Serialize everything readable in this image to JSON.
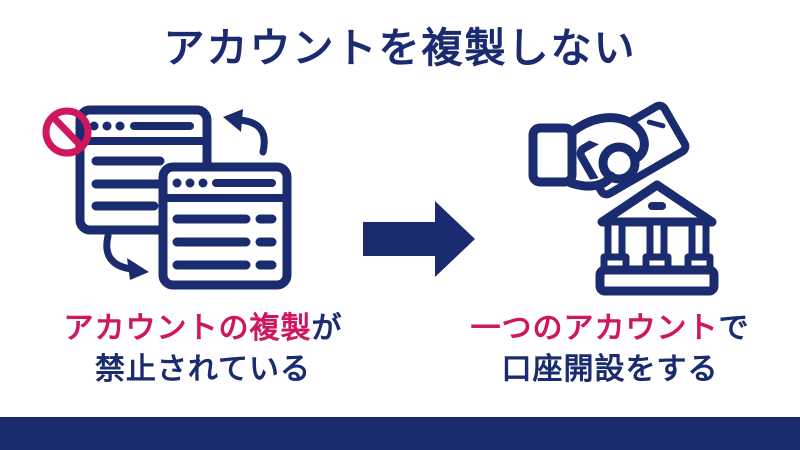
{
  "colors": {
    "navy": "#1a2c6f",
    "pink": "#ce175f",
    "background": "#ffffff",
    "bottom_bar": "#1a2c6f"
  },
  "title": "アカウントを複製しない",
  "left_panel": {
    "icon": "duplicated-windows-prohibition-icon",
    "caption": {
      "highlight": "アカウントの複製",
      "suffix": "が",
      "line2": "禁止されている"
    }
  },
  "center": {
    "icon": "right-arrow-icon"
  },
  "right_panel": {
    "icon": "hand-deposit-bank-icon",
    "caption": {
      "highlight": "一つのアカウント",
      "suffix": "で",
      "line2": "口座開設をする"
    }
  }
}
